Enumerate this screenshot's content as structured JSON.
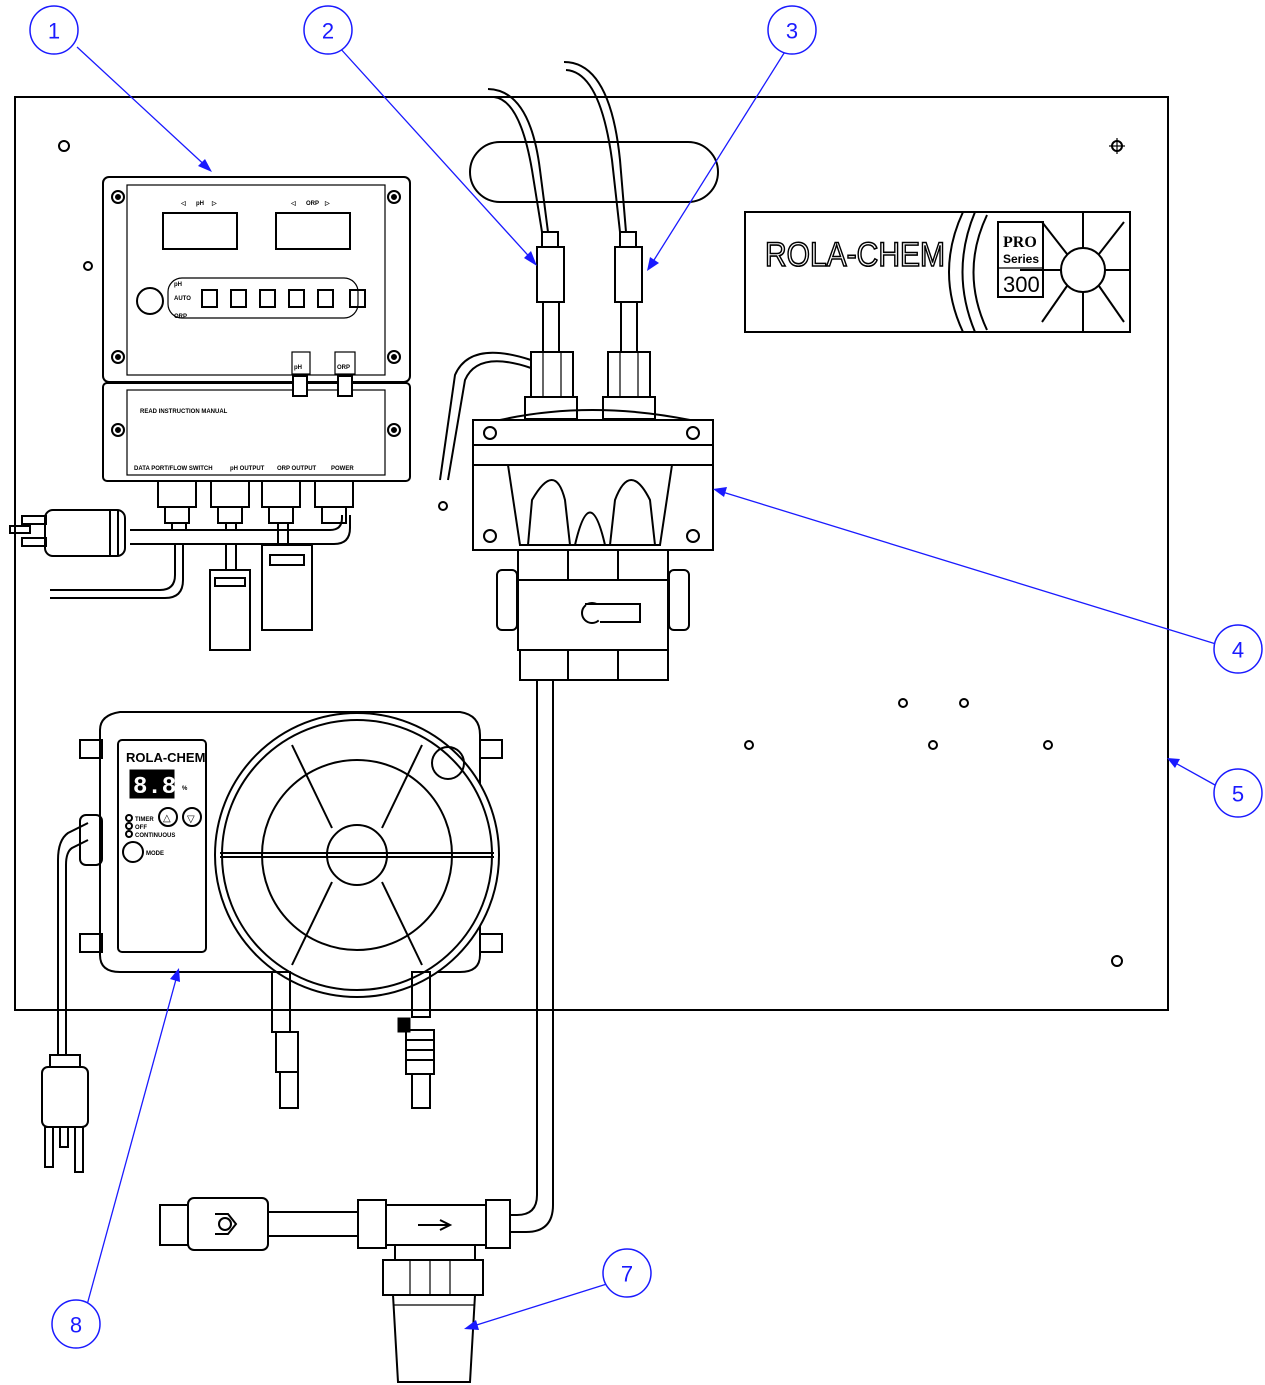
{
  "callouts": [
    {
      "num": "1"
    },
    {
      "num": "2"
    },
    {
      "num": "3"
    },
    {
      "num": "4"
    },
    {
      "num": "5"
    },
    {
      "num": "7"
    },
    {
      "num": "8"
    }
  ],
  "logo": {
    "brand": "ROLA-CHEM",
    "series_line1": "PRO",
    "series_line2": "Series",
    "series_model": "300"
  },
  "controller": {
    "ph_label": "pH",
    "orp_label": "ORP",
    "indicator_ph": "pH",
    "indicator_auto": "AUTO",
    "indicator_orp": "ORP",
    "tab_ph": "pH",
    "tab_orp": "ORP",
    "instruction": "READ INSTRUCTION MANUAL",
    "port_data": "DATA PORT/FLOW SWITCH",
    "port_ph": "pH OUTPUT",
    "port_orp": "ORP OUTPUT",
    "port_power": "POWER"
  },
  "pump": {
    "brand": "ROLA-CHEM",
    "display": "8.8",
    "unit": "%",
    "mode_timer": "TIMER",
    "mode_off": "OFF",
    "mode_continuous": "CONTINUOUS",
    "mode_button": "MODE"
  },
  "colors": {
    "callout": "#1a1aff",
    "ink": "#000000"
  }
}
